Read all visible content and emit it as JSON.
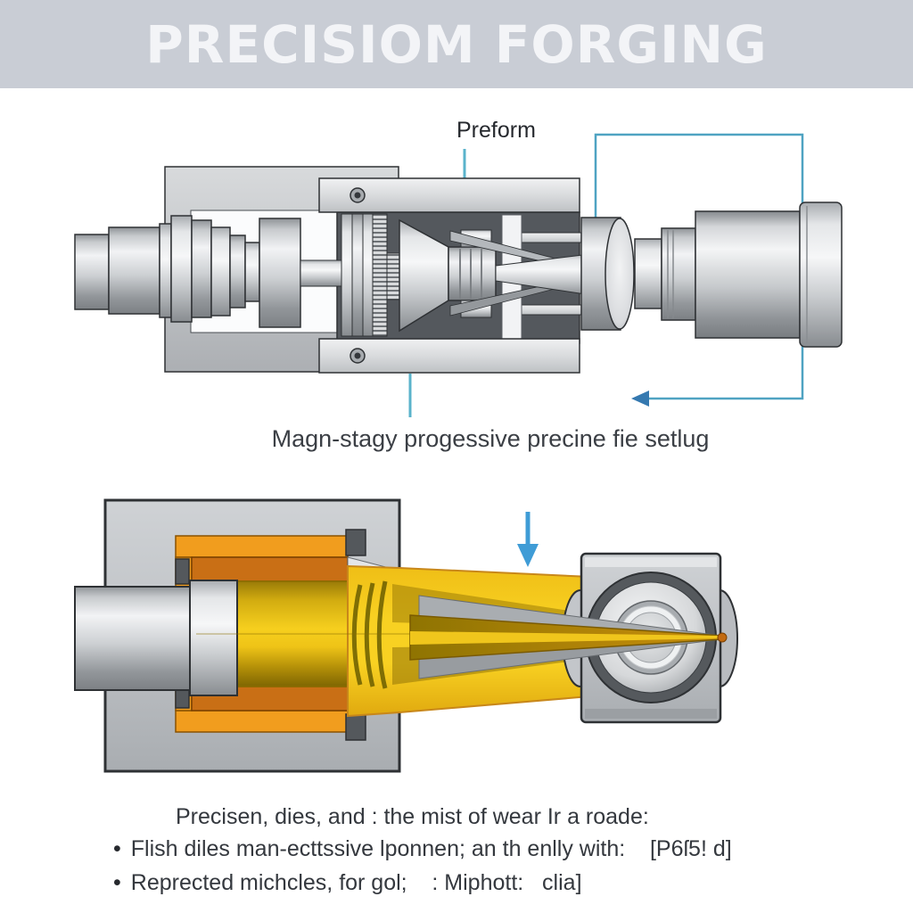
{
  "title": "PRECISIOM FORGING",
  "upper_diagram": {
    "preform_label": "Preform",
    "caption": "Magn-stagy progessive precine fie setlug"
  },
  "notes": {
    "bullet_char": "•",
    "intro": "Precisen, dies, and : the mist of wear Ir a roade:",
    "items": [
      "Flish diles man-ecttssive lponnen; an th enlly with:    [P6ſ5! d]",
      "Reprected michcles, for gol;    : Miphott:   clia]"
    ]
  },
  "colors": {
    "banner_bg": "#C9CDD5",
    "banner_text": "#F3F4F7",
    "pointer_teal": "#5AB3CB",
    "bracket_blue": "#4FA3C2",
    "arrowhead_blue": "#3579B0",
    "down_arrow_blue": "#3F9CD6",
    "steel_light": "#F2F3F5",
    "steel_mid": "#C6C9CD",
    "steel_dark": "#8F9398",
    "cavity_dark": "#54585D",
    "orange_bright": "#F19D1E",
    "orange_dark": "#C96F15",
    "gold_bright": "#F7CE1B",
    "gold_dark": "#9A7B08",
    "outline": "#2E3134"
  }
}
